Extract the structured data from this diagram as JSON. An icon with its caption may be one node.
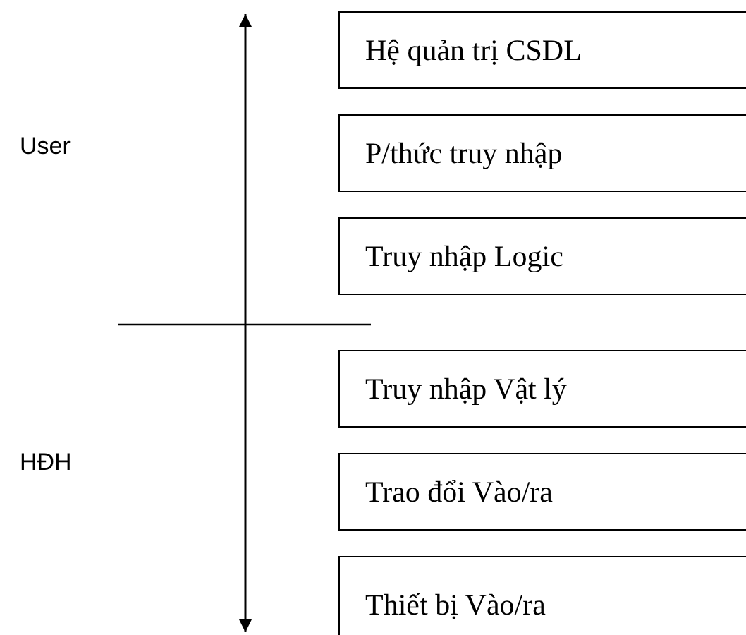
{
  "diagram": {
    "nodes": [
      {
        "text": [
          "Hệ quản trị CSDL"
        ]
      },
      {
        "text": [
          "P/thức truy nhập"
        ]
      },
      {
        "text": [
          "Truy nhập Logic"
        ]
      },
      {
        "text": [
          "Truy nhập Vật lý"
        ]
      },
      {
        "text": [
          "Trao đổi Vào/ra"
        ]
      },
      {
        "text": [
          "Thiết bị Vào/ra"
        ]
      }
    ],
    "labels": [
      "User",
      "HĐH"
    ]
  }
}
